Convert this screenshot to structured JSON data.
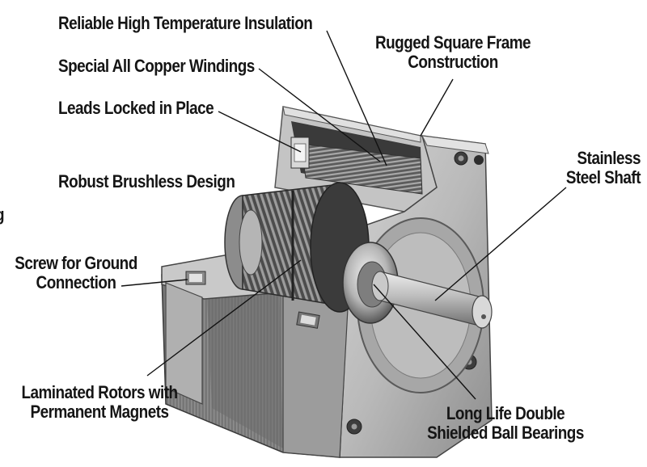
{
  "labels": {
    "insulation": "Reliable High Temperature Insulation",
    "windings": "Special All Copper Windings",
    "leads": "Leads Locked in Place",
    "brushless": "Robust Brushless Design",
    "frame": [
      "Rugged Square Frame",
      "Construction"
    ],
    "shaft": [
      "Stainless",
      "Steel Shaft"
    ],
    "screw": [
      "Screw for Ground",
      "Connection"
    ],
    "rotors": [
      "Laminated Rotors with",
      "Permanent Magnets"
    ],
    "bearings": [
      "Long Life Double",
      "Shielded Ball Bearings"
    ],
    "edge_fragment": "g"
  },
  "colors": {
    "text": "#151515",
    "frame_light": "#c9c9c9",
    "frame_mid": "#9a9a9a",
    "frame_dark": "#4a4a4a",
    "copper_windings": "#6d6d6d",
    "rotor_teeth": "#3a3a3a",
    "shaft": "#bdbdbd"
  }
}
